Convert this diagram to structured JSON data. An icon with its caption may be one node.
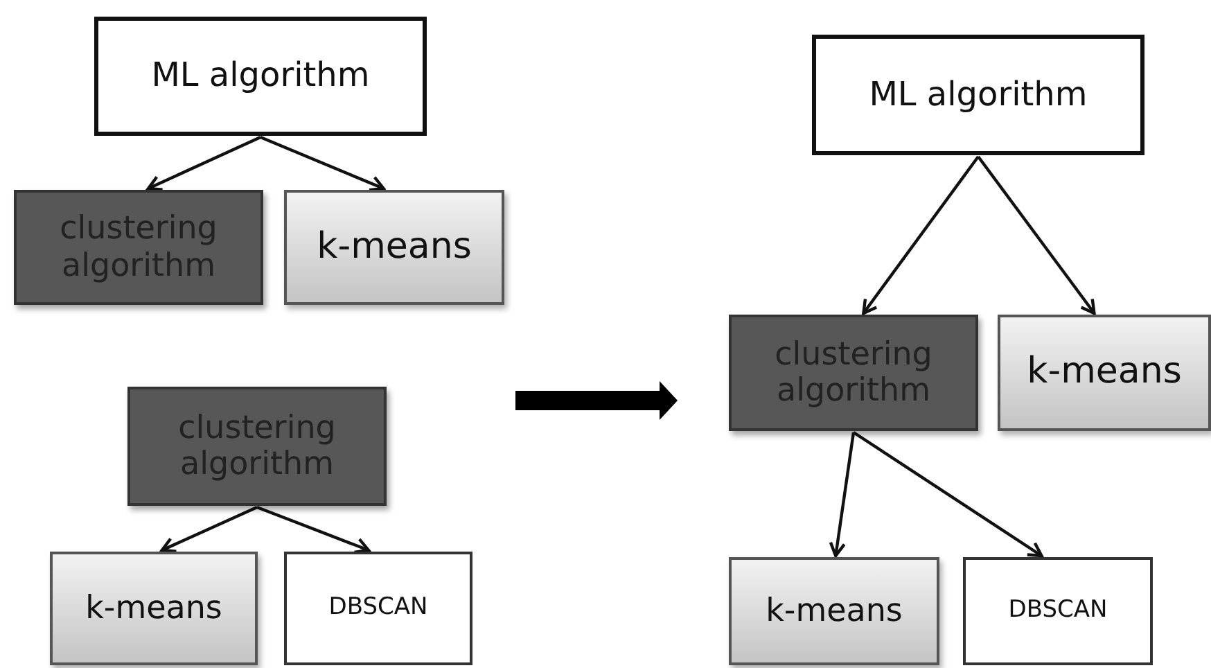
{
  "diagram": {
    "nodes": [
      {
        "text": [
          "ML algorithm"
        ]
      },
      {
        "text": [
          "clustering algorithm"
        ]
      },
      {
        "text": [
          "k-means"
        ]
      },
      {
        "text": [
          "clustering algorithm"
        ]
      },
      {
        "text": [
          "k-means"
        ]
      },
      {
        "text": [
          "DBSCAN"
        ]
      },
      {
        "text": [
          "ML algorithm"
        ]
      },
      {
        "text": [
          "clustering algorithm"
        ]
      },
      {
        "text": [
          "k-means"
        ]
      },
      {
        "text": [
          "k-means"
        ]
      },
      {
        "text": [
          "DBSCAN"
        ]
      }
    ],
    "edges": [
      {
        "from": 0,
        "to": 1,
        "arrow": "to"
      },
      {
        "from": 0,
        "to": 2,
        "arrow": "to"
      },
      {
        "from": 3,
        "to": 4,
        "arrow": "to"
      },
      {
        "from": 3,
        "to": 5,
        "arrow": "to"
      },
      {
        "from": 6,
        "to": 7,
        "arrow": "to"
      },
      {
        "from": 6,
        "to": 8,
        "arrow": "to"
      },
      {
        "from": 7,
        "to": 9,
        "arrow": "to"
      },
      {
        "from": 7,
        "to": 10,
        "arrow": "to"
      }
    ]
  }
}
